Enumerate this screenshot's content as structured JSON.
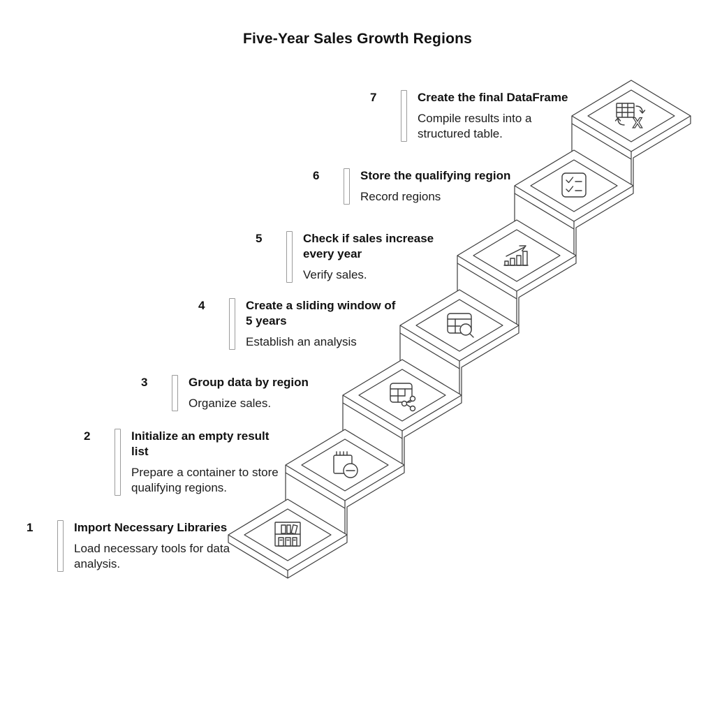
{
  "title": "Five-Year Sales Growth Regions",
  "colors": {
    "line": "#3c3c3c",
    "bar_border": "#9b9b9b",
    "text": "#111111"
  },
  "icons": {
    "excel_x": "X"
  },
  "steps": [
    {
      "number": "1",
      "title": "Import Necessary Libraries",
      "description": "Load necessary tools for data analysis.",
      "icon": "bookshelf-icon"
    },
    {
      "number": "2",
      "title": "Initialize an empty result list",
      "description": "Prepare a container to store qualifying regions.",
      "icon": "notepad-remove-icon"
    },
    {
      "number": "3",
      "title": "Group data by region",
      "description": "Organize sales.",
      "icon": "table-share-icon"
    },
    {
      "number": "4",
      "title": "Create a sliding window of 5 years",
      "description": "Establish an analysis",
      "icon": "table-search-icon"
    },
    {
      "number": "5",
      "title": "Check if sales increase every year",
      "description": "Verify sales.",
      "icon": "growth-chart-icon"
    },
    {
      "number": "6",
      "title": "Store the qualifying region",
      "description": "Record regions",
      "icon": "checklist-icon"
    },
    {
      "number": "7",
      "title": "Create the final DataFrame",
      "description": "Compile results into a structured table.",
      "icon": "table-to-excel-icon"
    }
  ]
}
